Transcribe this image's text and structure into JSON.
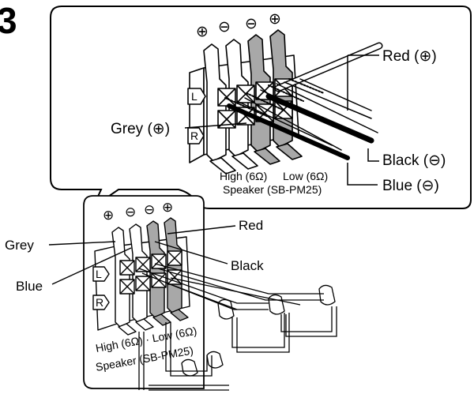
{
  "step_number": "3",
  "top_detail": {
    "polarity_marks": [
      "⊕",
      "⊖",
      "⊖",
      "⊕"
    ],
    "channel_left": "L",
    "channel_right": "R",
    "labels": {
      "red": "Red (⊕)",
      "grey": "Grey (⊕)",
      "black": "Black (⊖)",
      "blue": "Blue (⊖)"
    },
    "terminal_high": "High (6Ω)",
    "terminal_low": "Low (6Ω)",
    "speaker": "Speaker (SB-PM25)"
  },
  "bottom_overview": {
    "polarity_marks": [
      "⊕",
      "⊖",
      "⊖",
      "⊕"
    ],
    "channel_left": "L",
    "channel_right": "R",
    "labels": {
      "grey": "Grey",
      "red": "Red",
      "blue": "Blue",
      "black": "Black"
    },
    "terminal_text": "High (6Ω) · Low (6Ω)",
    "speaker": "Speaker (SB-PM25)"
  },
  "colors": {
    "line": "#000000",
    "terminal_grey": "#a8a8a8",
    "background": "#ffffff"
  }
}
